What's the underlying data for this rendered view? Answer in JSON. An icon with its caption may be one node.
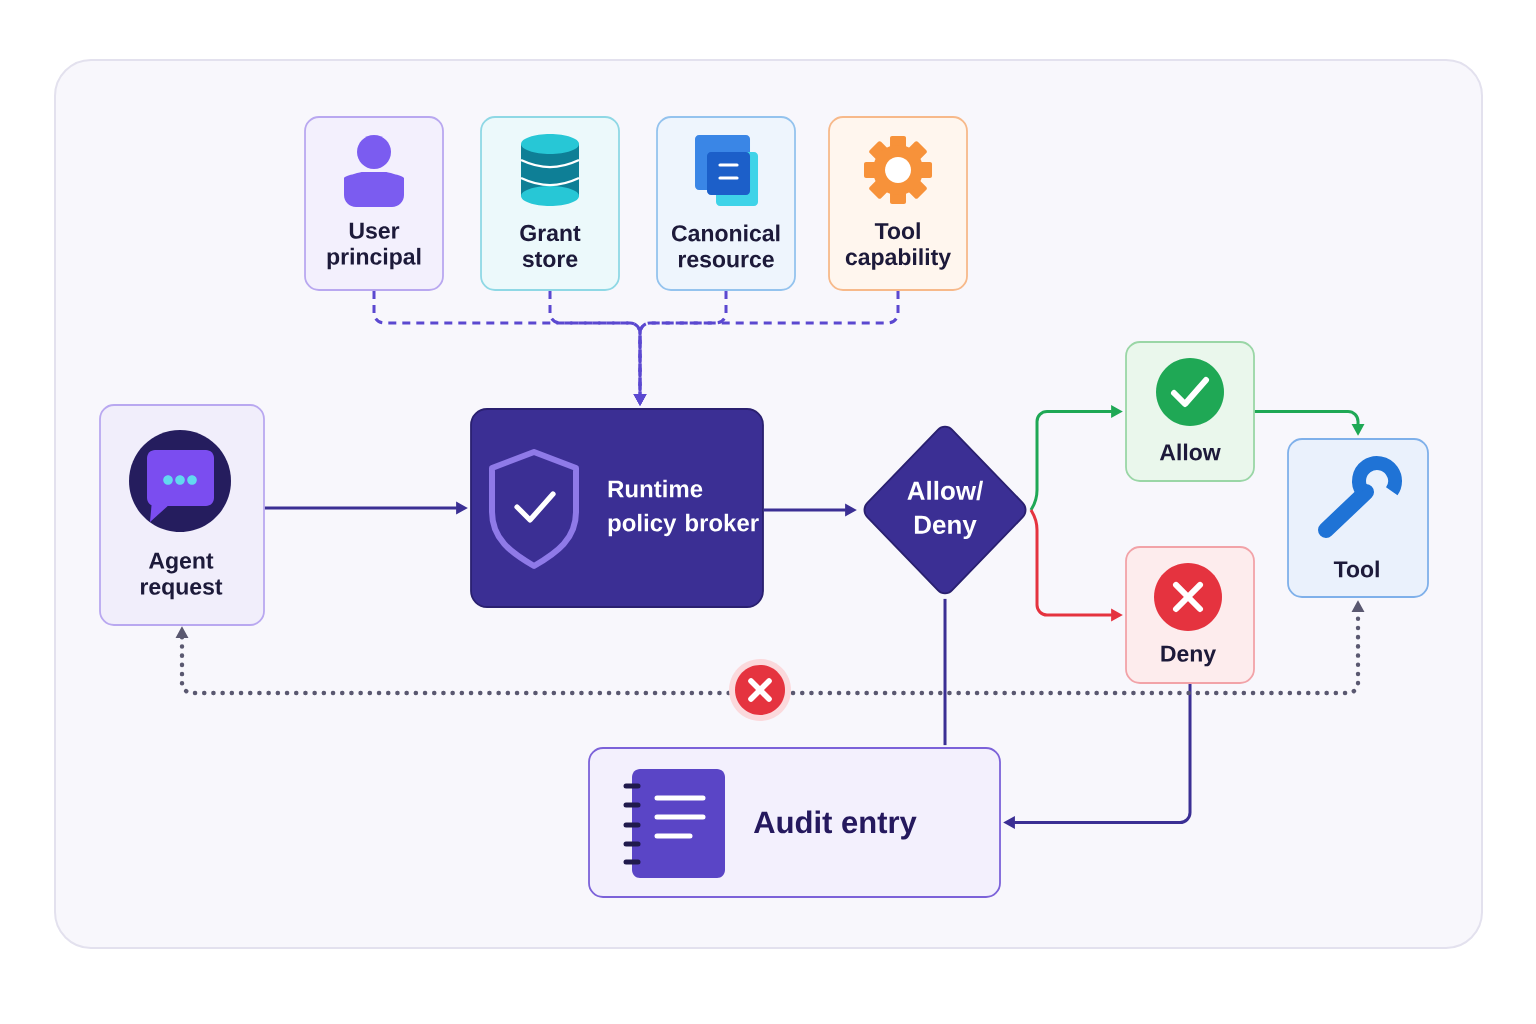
{
  "diagram": {
    "nodes": [
      {
        "text": [
          "User principal"
        ]
      },
      {
        "text": [
          "Grant store"
        ]
      },
      {
        "text": [
          "Canonical resource"
        ]
      },
      {
        "text": [
          "Tool capability"
        ]
      },
      {
        "text": [
          "Agent request"
        ]
      },
      {
        "text": [
          "Runtime policy broker"
        ]
      },
      {
        "text": [
          "Allow/ Deny"
        ]
      },
      {
        "text": [
          "Allow"
        ]
      },
      {
        "text": [
          "Deny"
        ]
      },
      {
        "text": [
          "Tool"
        ]
      },
      {
        "text": [
          "Audit entry"
        ]
      }
    ],
    "edges": [
      {
        "from": 0,
        "to": 5,
        "arrow": "to",
        "style": "dashed"
      },
      {
        "from": 1,
        "to": 5,
        "arrow": "to",
        "style": "dashed"
      },
      {
        "from": 2,
        "to": 5,
        "arrow": "to",
        "style": "dashed"
      },
      {
        "from": 3,
        "to": 5,
        "arrow": "to",
        "style": "dashed"
      },
      {
        "from": 4,
        "to": 5,
        "arrow": "to"
      },
      {
        "from": 5,
        "to": 6,
        "arrow": "to"
      },
      {
        "from": 6,
        "to": 7,
        "arrow": "to",
        "color": "#1fa855"
      },
      {
        "from": 6,
        "to": 8,
        "arrow": "to",
        "color": "#e5333f"
      },
      {
        "from": 7,
        "to": 9,
        "arrow": "to",
        "color": "#1fa855"
      },
      {
        "from": 6,
        "to": 10,
        "arrow": "none"
      },
      {
        "from": 8,
        "to": 10,
        "arrow": "to"
      },
      {
        "from": 4,
        "to": 9,
        "arrow": "both",
        "style": "dashed",
        "color": "#5a5870"
      }
    ]
  }
}
